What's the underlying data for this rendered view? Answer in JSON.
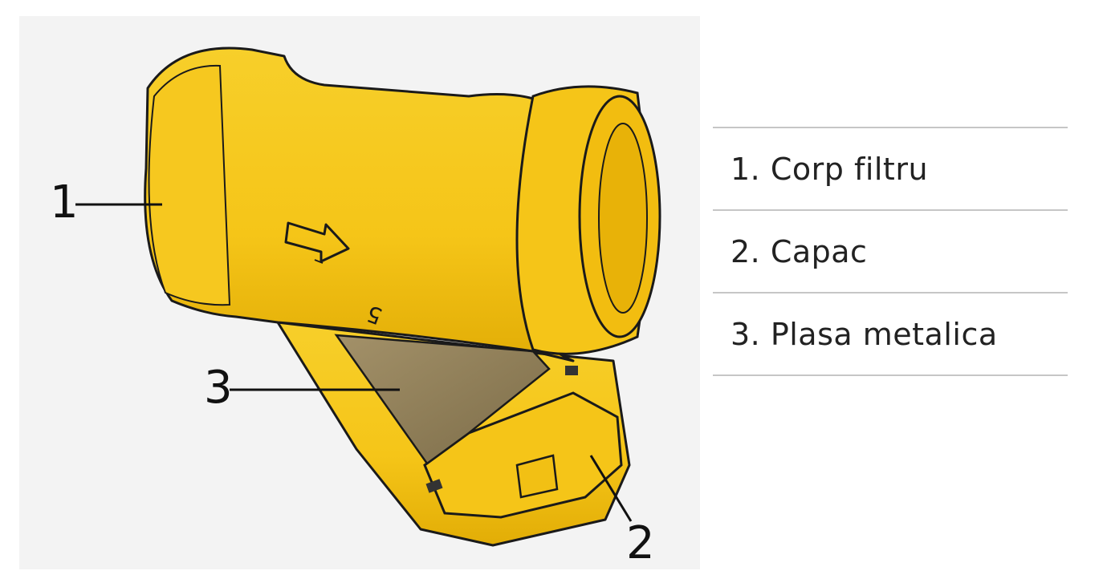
{
  "callouts": [
    {
      "number": "1"
    },
    {
      "number": "2"
    },
    {
      "number": "3"
    }
  ],
  "body_marking": "5",
  "legend": [
    {
      "text": "1. Corp filtru"
    },
    {
      "text": "2. Capac"
    },
    {
      "text": "3. Plasa metalica"
    }
  ],
  "colors": {
    "brass": "#f5c518",
    "brass_shadow": "#d9a400",
    "outline": "#1a1a1a",
    "mesh": "#8f7f5a",
    "panel_background": "#f3f3f3",
    "divider": "#c6c6c6"
  }
}
